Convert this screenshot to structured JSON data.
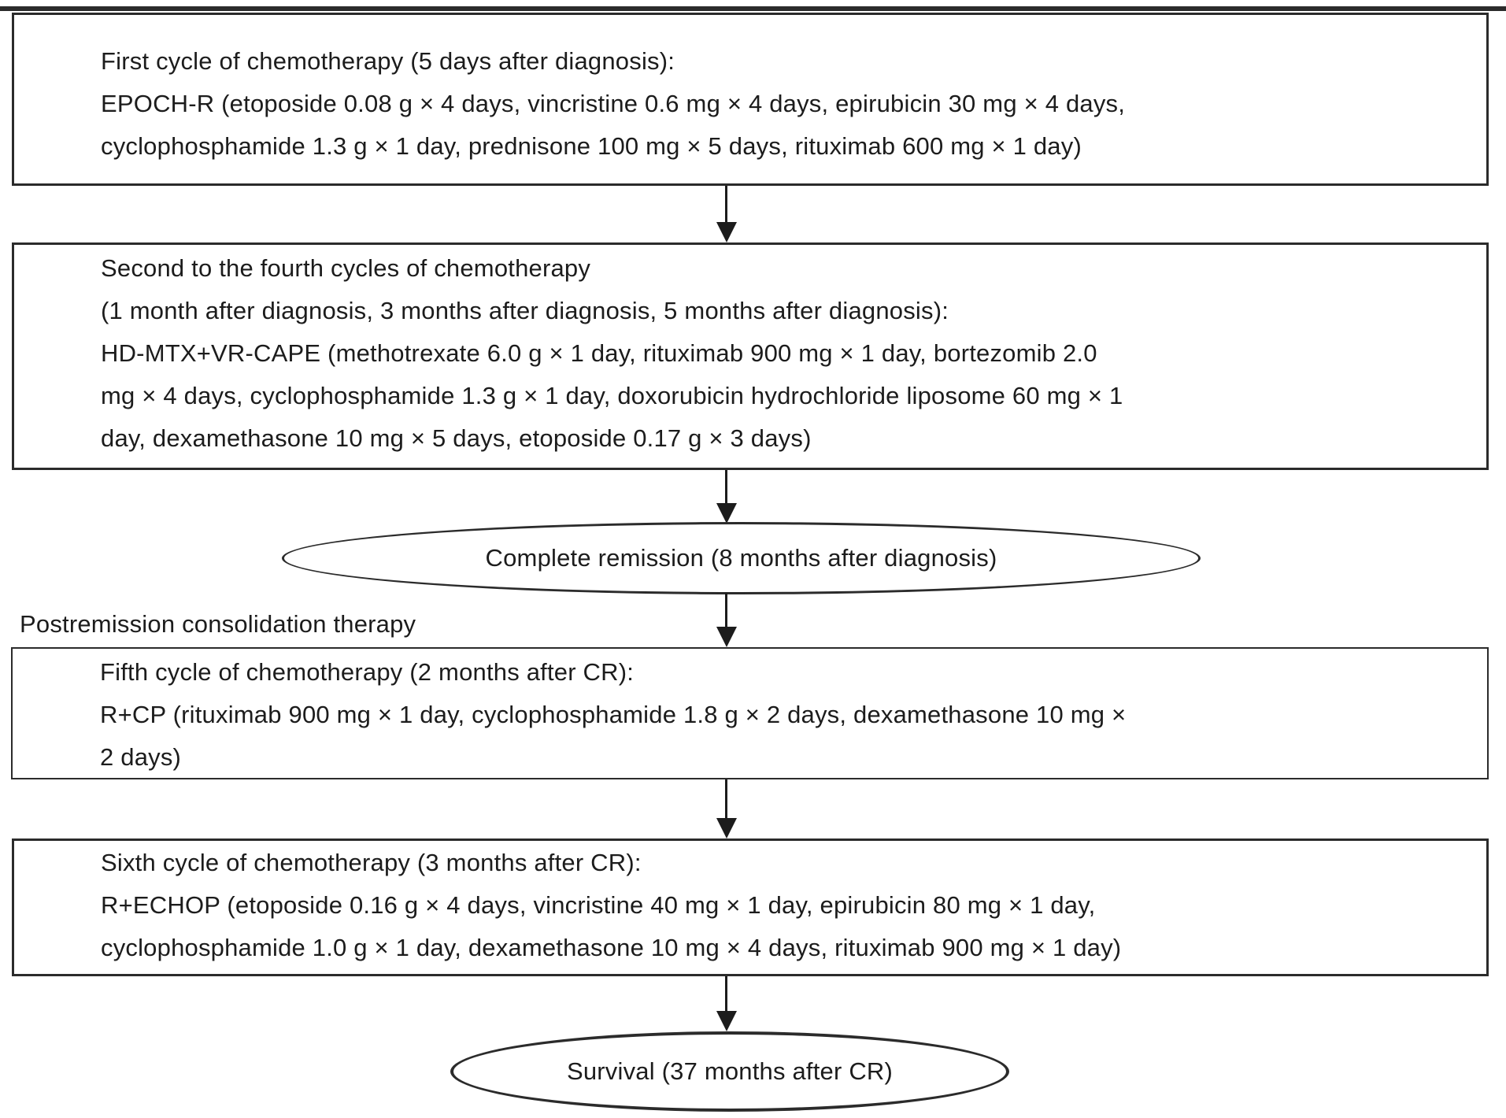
{
  "colors": {
    "background": "#ffffff",
    "line": "#2b2b2b",
    "text": "#1c1c1c"
  },
  "boxes": {
    "first_cycle": {
      "lines": [
        "First cycle of chemotherapy (5 days after diagnosis):",
        "EPOCH-R (etoposide 0.08 g × 4 days, vincristine 0.6 mg × 4 days, epirubicin 30 mg × 4 days,",
        "cyclophosphamide 1.3 g × 1 day, prednisone 100 mg × 5 days, rituximab 600 mg × 1 day)"
      ]
    },
    "second_to_fourth_cycles": {
      "lines": [
        "Second to the fourth cycles of chemotherapy",
        "(1 month after diagnosis, 3 months after diagnosis, 5 months after diagnosis):",
        "HD-MTX+VR-CAPE (methotrexate 6.0 g × 1 day, rituximab 900 mg × 1 day, bortezomib 2.0",
        "mg × 4 days, cyclophosphamide 1.3 g × 1 day, doxorubicin hydrochloride liposome 60 mg × 1",
        "day, dexamethasone 10 mg × 5 days, etoposide 0.17 g × 3 days)"
      ]
    },
    "fifth_cycle": {
      "lines": [
        "Fifth cycle of chemotherapy (2 months after CR):",
        "R+CP (rituximab 900 mg × 1 day, cyclophosphamide 1.8 g × 2 days, dexamethasone 10 mg ×",
        "2 days)"
      ]
    },
    "sixth_cycle": {
      "lines": [
        "Sixth cycle of chemotherapy (3 months after CR):",
        "R+ECHOP (etoposide 0.16 g × 4 days, vincristine 40 mg × 1 day, epirubicin 80 mg × 1 day,",
        "cyclophosphamide 1.0 g × 1 day, dexamethasone 10 mg × 4 days, rituximab 900 mg × 1 day)"
      ]
    }
  },
  "ellipses": {
    "complete_remission": {
      "text": "Complete remission (8 months after diagnosis)"
    },
    "survival": {
      "text": "Survival (37 months after CR)"
    }
  },
  "labels": {
    "postremission": {
      "text": "Postremission consolidation therapy"
    }
  }
}
